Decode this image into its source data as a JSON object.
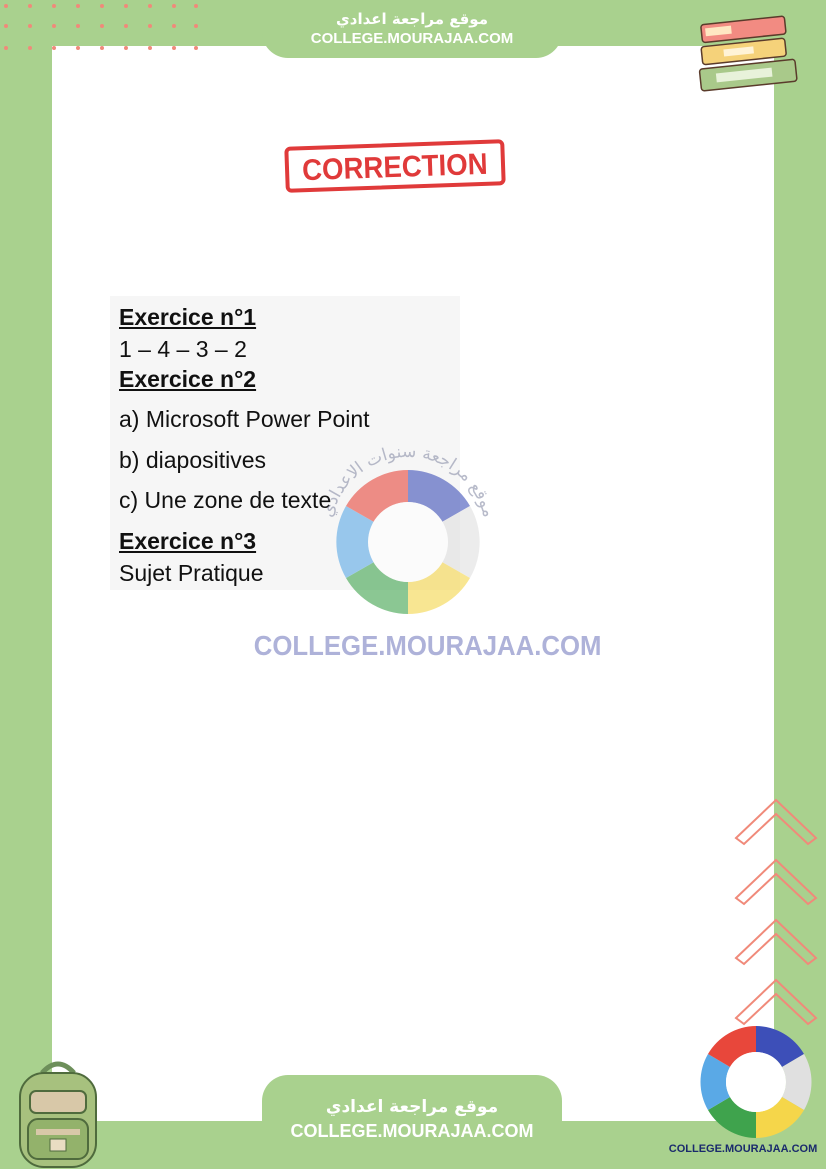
{
  "header": {
    "site_arabic": "موقع مراجعة اعدادي",
    "site_url": "COLLEGE.MOURAJAA.COM"
  },
  "stamp": {
    "label": "CORRECTION"
  },
  "answers": {
    "ex1_title": "Exercice n°1",
    "ex1_answer": "1 – 4 – 3 – 2",
    "ex2_title": "Exercice n°2",
    "ex2_a": "a) Microsoft Power Point",
    "ex2_b": "b) diapositives",
    "ex2_c": "c) Une zone de texte",
    "ex3_title": "Exercice n°3",
    "ex3_answer": "Sujet Pratique"
  },
  "watermark": {
    "arc_text_arabic": "موقع مراجعة سنوات الاعدادي",
    "url": "COLLEGE.MOURAJAA.COM"
  },
  "footer": {
    "site_arabic": "موقع مراجعة اعدادي",
    "site_url": "COLLEGE.MOURAJAA.COM"
  },
  "corner_logo": {
    "url": "COLLEGE.MOURAJAA.COM"
  },
  "colors": {
    "frame_green": "#a9d18e",
    "stamp_red": "#e03a3a",
    "watermark_blue": "#aeb2d9",
    "chevron_pink": "#f08a7a"
  },
  "icons": [
    "books-icon",
    "chevrons-icon",
    "backpack-icon",
    "school-ring-logo"
  ]
}
